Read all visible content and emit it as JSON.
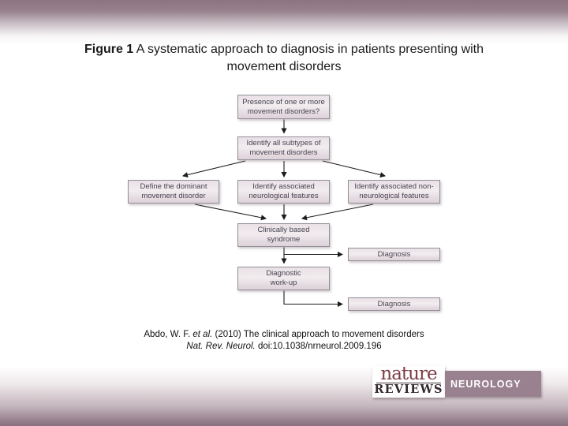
{
  "title": {
    "figure_label": "Figure 1",
    "text": " A systematic approach to diagnosis in patients presenting with movement disorders"
  },
  "flowchart": {
    "nodes": [
      {
        "id": "presence",
        "label": "Presence of one or more\nmovement disorders?"
      },
      {
        "id": "subtypes",
        "label": "Identify all subtypes of\nmovement disorders"
      },
      {
        "id": "dominant",
        "label": "Define the dominant\nmovement disorder"
      },
      {
        "id": "assoc-neuro",
        "label": "Identify associated\nneurological features"
      },
      {
        "id": "assoc-nonneuro",
        "label": "Identify associated non-\nneurological features"
      },
      {
        "id": "syndrome",
        "label": "Clinically based\nsyndrome"
      },
      {
        "id": "diagnosis-1",
        "label": "Diagnosis"
      },
      {
        "id": "workup",
        "label": "Diagnostic\nwork-up"
      },
      {
        "id": "diagnosis-2",
        "label": "Diagnosis"
      }
    ],
    "edges": [
      {
        "from": "presence",
        "to": "subtypes"
      },
      {
        "from": "subtypes",
        "to": "dominant"
      },
      {
        "from": "subtypes",
        "to": "assoc-neuro"
      },
      {
        "from": "subtypes",
        "to": "assoc-nonneuro"
      },
      {
        "from": "dominant",
        "to": "syndrome"
      },
      {
        "from": "assoc-neuro",
        "to": "syndrome"
      },
      {
        "from": "assoc-nonneuro",
        "to": "syndrome"
      },
      {
        "from": "syndrome",
        "to": "diagnosis-1"
      },
      {
        "from": "syndrome",
        "to": "workup"
      },
      {
        "from": "workup",
        "to": "diagnosis-2"
      }
    ]
  },
  "citation": {
    "line1_pre": "Abdo, W. F. ",
    "line1_italic": "et al.",
    "line1_post": " (2010) The clinical approach to movement disorders",
    "line2_italic": "Nat. Rev. Neurol.",
    "line2_post": " doi:10.1038/nrneurol.2009.196"
  },
  "logo": {
    "publisher_line1": "nature",
    "publisher_line2": "REVIEWS",
    "journal": "NEUROLOGY"
  },
  "colors": {
    "band_mauve": "#97818c",
    "node_fill": "#e6dde2",
    "node_border": "#93909a",
    "node_text": "#474350",
    "arrow": "#1c1c1c",
    "journal_box_bg": "#9a8190",
    "nature_wordmark": "#7d3c44"
  }
}
